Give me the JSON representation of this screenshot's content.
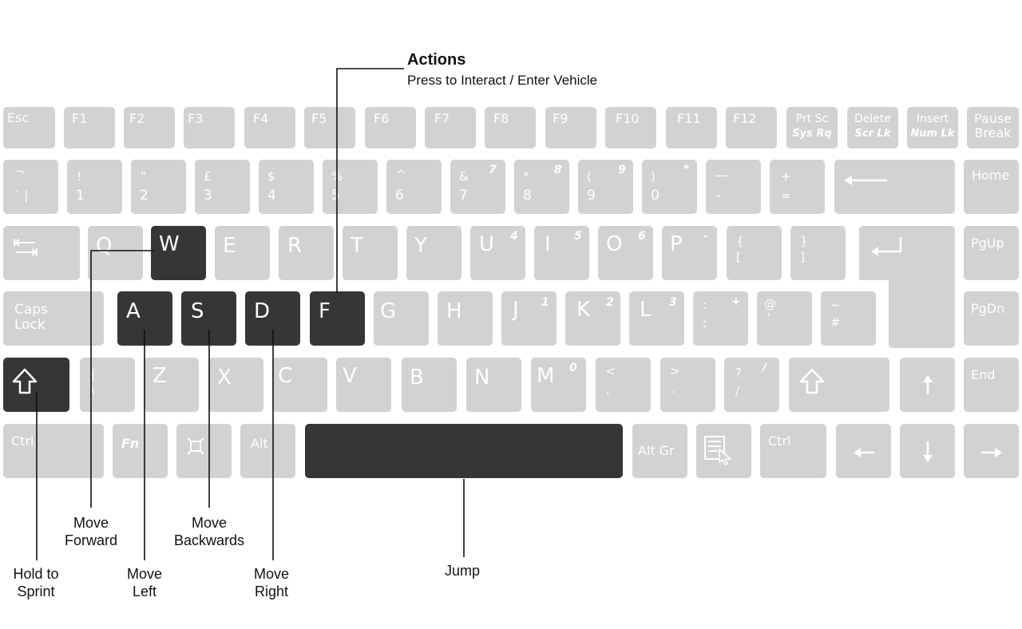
{
  "actions": {
    "title": "Actions",
    "subtitle": "Press to Interact / Enter Vehicle"
  },
  "keys": {
    "esc": "Esc",
    "f1": "F1",
    "f2": "F2",
    "f3": "F3",
    "f4": "F4",
    "f5": "F5",
    "f6": "F6",
    "f7": "F7",
    "f8": "F8",
    "f9": "F9",
    "f10": "F10",
    "f11": "F11",
    "f12": "F12",
    "prtsc_top": "Prt Sc",
    "prtsc_bottom": "Sys Rq",
    "delete_top": "Delete",
    "delete_bottom": "Scr Lk",
    "insert_top": "Insert",
    "insert_bottom": "Num Lk",
    "pause_top": "Pause",
    "pause_bottom": "Break",
    "backtick_top": "¬",
    "backtick_bottom": "`  |",
    "k1_top": "!",
    "k1_bottom": "1",
    "k2_top": "\"",
    "k2_bottom": "2",
    "k3_top": "£",
    "k3_bottom": "3",
    "k4_top": "$",
    "k4_bottom": "4",
    "k5_top": "%",
    "k5_bottom": "5",
    "k6_top": "^",
    "k6_bottom": "6",
    "k7_top": "&",
    "k7_bottom": "7",
    "k7_num": "7",
    "k8_top": "*",
    "k8_bottom": "8",
    "k8_num": "8",
    "k9_top": "(",
    "k9_bottom": "9",
    "k9_num": "9",
    "k0_top": ")",
    "k0_bottom": "0",
    "k0_num": "*",
    "minus_top": "—",
    "minus_bottom": "-",
    "equals_top": "+",
    "equals_bottom": "=",
    "home": "Home",
    "q": "Q",
    "w": "W",
    "e": "E",
    "r": "R",
    "t": "T",
    "y": "Y",
    "u": "U",
    "u_num": "4",
    "i": "I",
    "i_num": "5",
    "o": "O",
    "o_num": "6",
    "p": "P",
    "p_num": "-",
    "lbrace_top": "{",
    "lbrace_bottom": "[",
    "rbrace_top": "}",
    "rbrace_bottom": "]",
    "pgup": "PgUp",
    "caps_top": "Caps",
    "caps_bottom": "Lock",
    "a": "A",
    "s": "S",
    "d": "D",
    "f": "F",
    "g": "G",
    "h": "H",
    "j": "J",
    "j_num": "1",
    "k": "K",
    "k_num": "2",
    "l": "L",
    "l_num": "3",
    "semi_top": ":",
    "semi_bottom": ";",
    "semi_num": "+",
    "quote_top": "@",
    "quote_bottom": "'",
    "hash_top": "~",
    "hash_bottom": "#",
    "pgdn": "PgDn",
    "pipe_top": "|",
    "pipe_bottom": "\\",
    "z": "Z",
    "x": "X",
    "c": "C",
    "v": "V",
    "b": "B",
    "n": "N",
    "m": "M",
    "m_num": "0",
    "comma_top": "<",
    "comma_bottom": ",",
    "period_top": ">",
    "period_bottom": ".",
    "slash_top": "?",
    "slash_bottom": "/",
    "slash_num": "/",
    "end": "End",
    "ctrl_left": "Ctrl",
    "fn": "Fn",
    "alt": "Alt",
    "altgr": "Alt Gr",
    "ctrl_right": "Ctrl"
  },
  "annotations": {
    "sprint_1": "Hold to",
    "sprint_2": "Sprint",
    "forward_1": "Move",
    "forward_2": "Forward",
    "left_1": "Move",
    "left_2": "Left",
    "backwards_1": "Move",
    "backwards_2": "Backwards",
    "right_1": "Move",
    "right_2": "Right",
    "jump": "Jump"
  },
  "colors": {
    "key_inactive": "#d2d2d2",
    "key_active": "#363636",
    "key_text": "#ffffff",
    "annotation_text": "#111111"
  },
  "icons": {
    "shift_left": "shift-arrow-icon",
    "shift_right": "shift-arrow-icon",
    "backspace": "backspace-arrow-icon",
    "tab": "tab-arrows-icon",
    "enter": "enter-arrow-icon",
    "windows": "windows-key-icon",
    "menu": "context-menu-icon",
    "arrows": [
      "arrow-up-icon",
      "arrow-left-icon",
      "arrow-down-icon",
      "arrow-right-icon"
    ]
  }
}
